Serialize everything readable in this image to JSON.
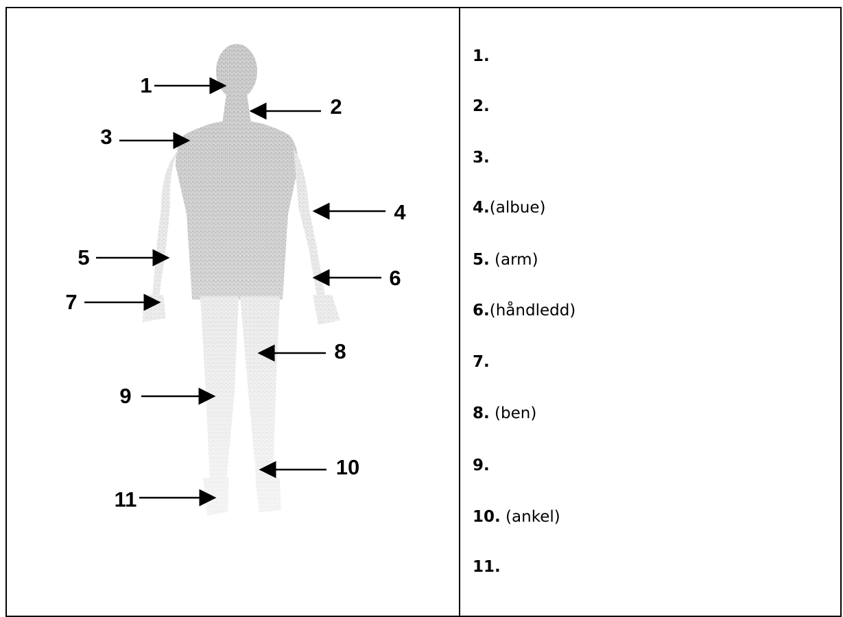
{
  "figure": {
    "markers": [
      {
        "number": "1",
        "target": "head"
      },
      {
        "number": "2",
        "target": "neck"
      },
      {
        "number": "3",
        "target": "shoulder"
      },
      {
        "number": "4",
        "target": "elbow"
      },
      {
        "number": "5",
        "target": "arm"
      },
      {
        "number": "6",
        "target": "wrist"
      },
      {
        "number": "7",
        "target": "hand"
      },
      {
        "number": "8",
        "target": "leg"
      },
      {
        "number": "9",
        "target": "knee"
      },
      {
        "number": "10",
        "target": "ankle"
      },
      {
        "number": "11",
        "target": "foot"
      }
    ]
  },
  "answers": [
    {
      "number": "1.",
      "hint": ""
    },
    {
      "number": "2.",
      "hint": ""
    },
    {
      "number": "3.",
      "hint": ""
    },
    {
      "number": "4.",
      "hint": "(albue)"
    },
    {
      "number": "5.",
      "hint": " (arm)"
    },
    {
      "number": "6.",
      "hint": "(håndledd)"
    },
    {
      "number": "7.",
      "hint": ""
    },
    {
      "number": "8.",
      "hint": " (ben)"
    },
    {
      "number": "9.",
      "hint": ""
    },
    {
      "number": "10.",
      "hint": " (ankel)"
    },
    {
      "number": "11.",
      "hint": ""
    }
  ]
}
